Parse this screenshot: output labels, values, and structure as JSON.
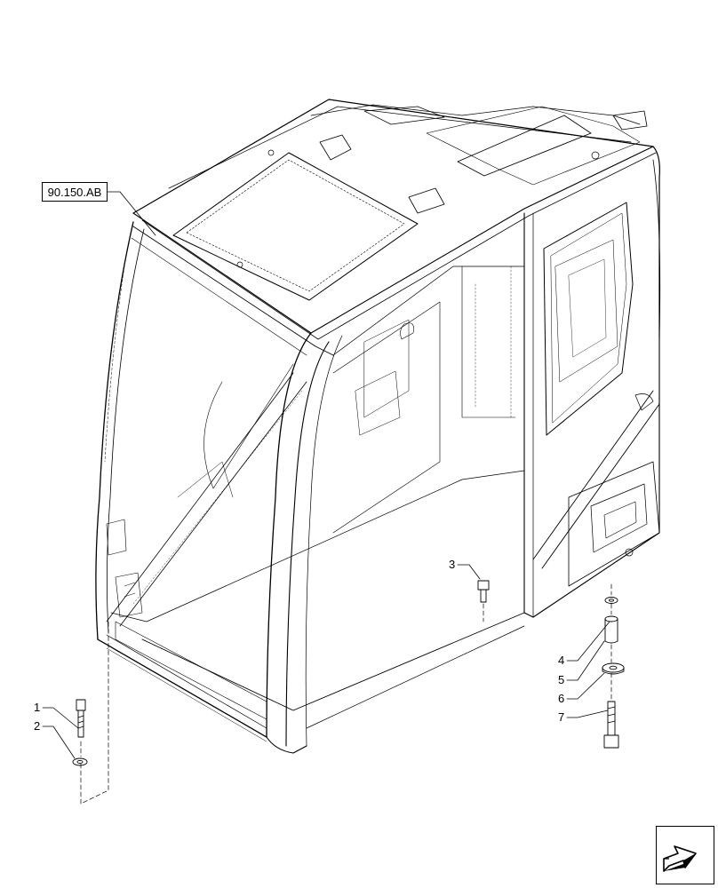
{
  "reference": {
    "label": "90.150.AB"
  },
  "callouts": [
    {
      "id": "1",
      "label": "1"
    },
    {
      "id": "2",
      "label": "2"
    },
    {
      "id": "3",
      "label": "3"
    },
    {
      "id": "4",
      "label": "4"
    },
    {
      "id": "5",
      "label": "5"
    },
    {
      "id": "6",
      "label": "6"
    },
    {
      "id": "7",
      "label": "7"
    }
  ],
  "nav": {
    "icon": "next-page-arrow-icon"
  }
}
